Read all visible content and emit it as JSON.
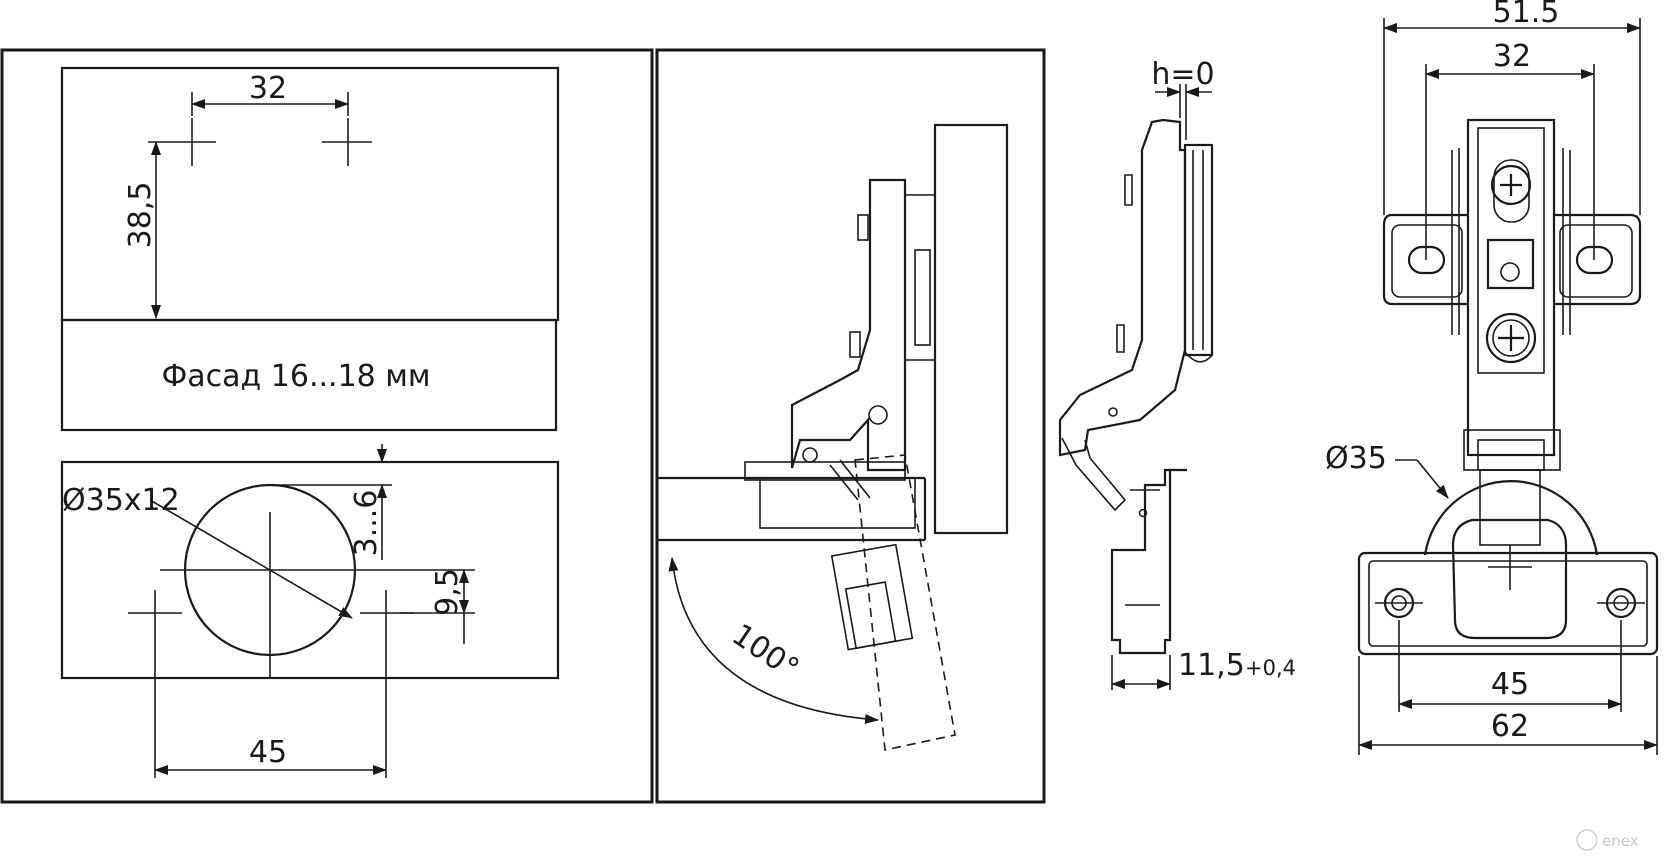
{
  "panel_a": {
    "dim_holes_spacing": "32",
    "dim_holes_height": "38,5",
    "facade_label": "Фасад 16...18 мм"
  },
  "panel_b": {
    "cup_label": "Ø35x12",
    "dim_edge": "3...6",
    "dim_offset": "9,5",
    "dim_screw_spacing": "45"
  },
  "panel_c": {
    "angle_label": "100°"
  },
  "side_view": {
    "dim_h": "h=0",
    "dim_base": "11,5",
    "dim_base_tol": "+0,4"
  },
  "front_view": {
    "dim_arm_width": "51.5",
    "dim_arm_holes": "32",
    "cup_label": "Ø35",
    "dim_plate_holes": "45",
    "dim_plate_width": "62"
  },
  "watermark": "enex"
}
